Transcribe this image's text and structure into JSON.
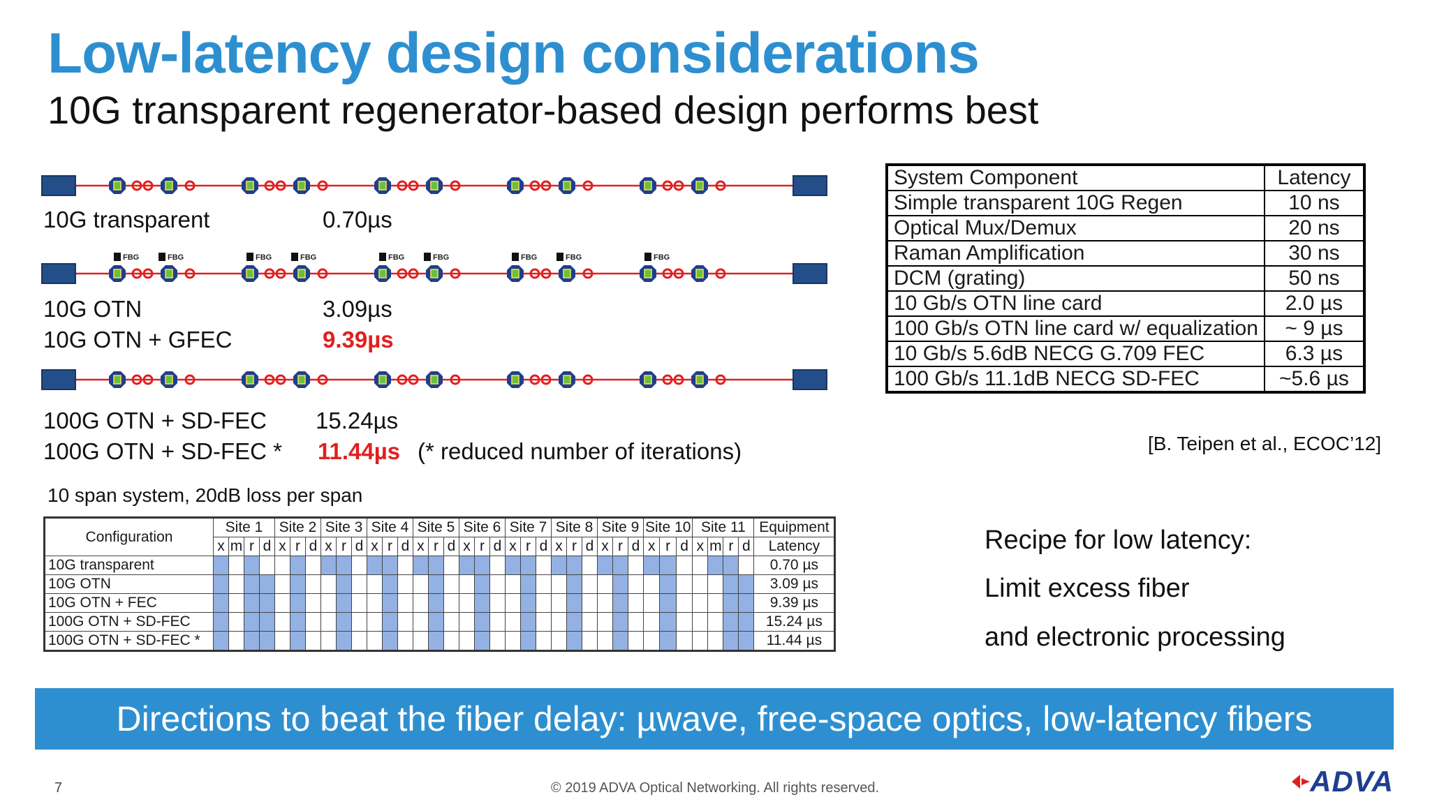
{
  "title": "Low-latency design considerations",
  "subtitle": "10G transparent regenerator-based design performs best",
  "configs": [
    {
      "name": "10G transparent",
      "latency": "0.70µs",
      "highlight": false
    },
    {
      "name": "10G OTN",
      "latency": "3.09µs",
      "highlight": false
    },
    {
      "name": "10G OTN + GFEC",
      "latency": "9.39µs",
      "highlight": true
    },
    {
      "name": "100G OTN + SD-FEC",
      "latency": "15.24µs",
      "highlight": false
    },
    {
      "name": "100G OTN + SD-FEC *",
      "latency": "11.44µs",
      "highlight": true,
      "note": "(* reduced number of iterations)"
    }
  ],
  "fbg_label": "FBG",
  "span_note": "10 span system, 20dB loss per span",
  "component_table": {
    "header": [
      "System Component",
      "Latency"
    ],
    "rows": [
      [
        "Simple transparent 10G Regen",
        "10 ns"
      ],
      [
        "Optical Mux/Demux",
        "20 ns"
      ],
      [
        "Raman Amplification",
        "30 ns"
      ],
      [
        "DCM (grating)",
        "50 ns"
      ],
      [
        "10 Gb/s OTN line card",
        "2.0 µs"
      ],
      [
        "100 Gb/s OTN line card w/ equalization",
        "~ 9 µs"
      ],
      [
        "10 Gb/s 5.6dB NECG G.709 FEC",
        "6.3 µs"
      ],
      [
        "100 Gb/s 11.1dB NECG SD-FEC",
        "~5.6 µs"
      ]
    ]
  },
  "citation": "[B. Teipen et al., ECOC’12]",
  "config_table": {
    "config_header": "Configuration",
    "latency_header_1": "Equipment",
    "latency_header_2": "Latency",
    "sites": [
      {
        "name": "Site 1",
        "subs": [
          "x",
          "m",
          "r",
          "d"
        ]
      },
      {
        "name": "Site 2",
        "subs": [
          "x",
          "r",
          "d"
        ]
      },
      {
        "name": "Site 3",
        "subs": [
          "x",
          "r",
          "d"
        ]
      },
      {
        "name": "Site 4",
        "subs": [
          "x",
          "r",
          "d"
        ]
      },
      {
        "name": "Site 5",
        "subs": [
          "x",
          "r",
          "d"
        ]
      },
      {
        "name": "Site 6",
        "subs": [
          "x",
          "r",
          "d"
        ]
      },
      {
        "name": "Site 7",
        "subs": [
          "x",
          "r",
          "d"
        ]
      },
      {
        "name": "Site 8",
        "subs": [
          "x",
          "r",
          "d"
        ]
      },
      {
        "name": "Site 9",
        "subs": [
          "x",
          "r",
          "d"
        ]
      },
      {
        "name": "Site 10",
        "subs": [
          "x",
          "r",
          "d"
        ]
      },
      {
        "name": "Site 11",
        "subs": [
          "x",
          "m",
          "r",
          "d"
        ]
      }
    ],
    "rows": [
      {
        "name": "10G transparent",
        "latency": "0.70 µs",
        "cells": [
          1,
          0,
          1,
          0,
          0,
          1,
          0,
          1,
          1,
          0,
          1,
          1,
          0,
          1,
          1,
          0,
          1,
          1,
          0,
          1,
          1,
          0,
          1,
          1,
          0,
          1,
          1,
          0,
          1,
          1,
          0,
          0,
          1,
          1,
          0
        ]
      },
      {
        "name": "10G OTN",
        "latency": "3.09 µs",
        "cells": [
          1,
          0,
          1,
          1,
          0,
          1,
          0,
          0,
          1,
          0,
          0,
          1,
          0,
          0,
          1,
          0,
          0,
          1,
          0,
          0,
          1,
          0,
          0,
          1,
          0,
          0,
          1,
          0,
          0,
          1,
          0,
          0,
          0,
          1,
          1
        ]
      },
      {
        "name": "10G OTN + FEC",
        "latency": "9.39 µs",
        "cells": [
          1,
          0,
          1,
          1,
          0,
          1,
          0,
          0,
          1,
          0,
          0,
          1,
          0,
          0,
          1,
          0,
          0,
          1,
          0,
          0,
          1,
          0,
          0,
          1,
          0,
          0,
          1,
          0,
          0,
          1,
          0,
          0,
          0,
          1,
          1
        ]
      },
      {
        "name": "100G OTN + SD-FEC",
        "latency": "15.24 µs",
        "cells": [
          1,
          0,
          1,
          1,
          0,
          1,
          0,
          0,
          1,
          0,
          0,
          1,
          0,
          0,
          1,
          0,
          0,
          1,
          0,
          0,
          1,
          0,
          0,
          1,
          0,
          0,
          1,
          0,
          0,
          1,
          0,
          0,
          0,
          1,
          1
        ]
      },
      {
        "name": "100G OTN + SD-FEC *",
        "latency": "11.44 µs",
        "cells": [
          1,
          0,
          1,
          1,
          0,
          1,
          0,
          0,
          1,
          0,
          0,
          1,
          0,
          0,
          1,
          0,
          0,
          1,
          0,
          0,
          1,
          0,
          0,
          1,
          0,
          0,
          1,
          0,
          0,
          1,
          0,
          0,
          0,
          1,
          1
        ]
      }
    ]
  },
  "recipe": [
    "Recipe for low latency:",
    "Limit excess fiber",
    "and electronic processing"
  ],
  "banner": "Directions to beat the fiber delay: µwave, free-space optics, low-latency fibers",
  "footer": {
    "slide_number": "7",
    "copyright": "© 2019 ADVA Optical Networking. All rights reserved.",
    "logo": "ADVA"
  },
  "colors": {
    "title": "#2e8fd0",
    "banner": "#2e8fd0",
    "highlight": "#e02020",
    "cell_fill": "#93b1e2",
    "link_line": "#e02020",
    "node": "#1e3f8f"
  }
}
